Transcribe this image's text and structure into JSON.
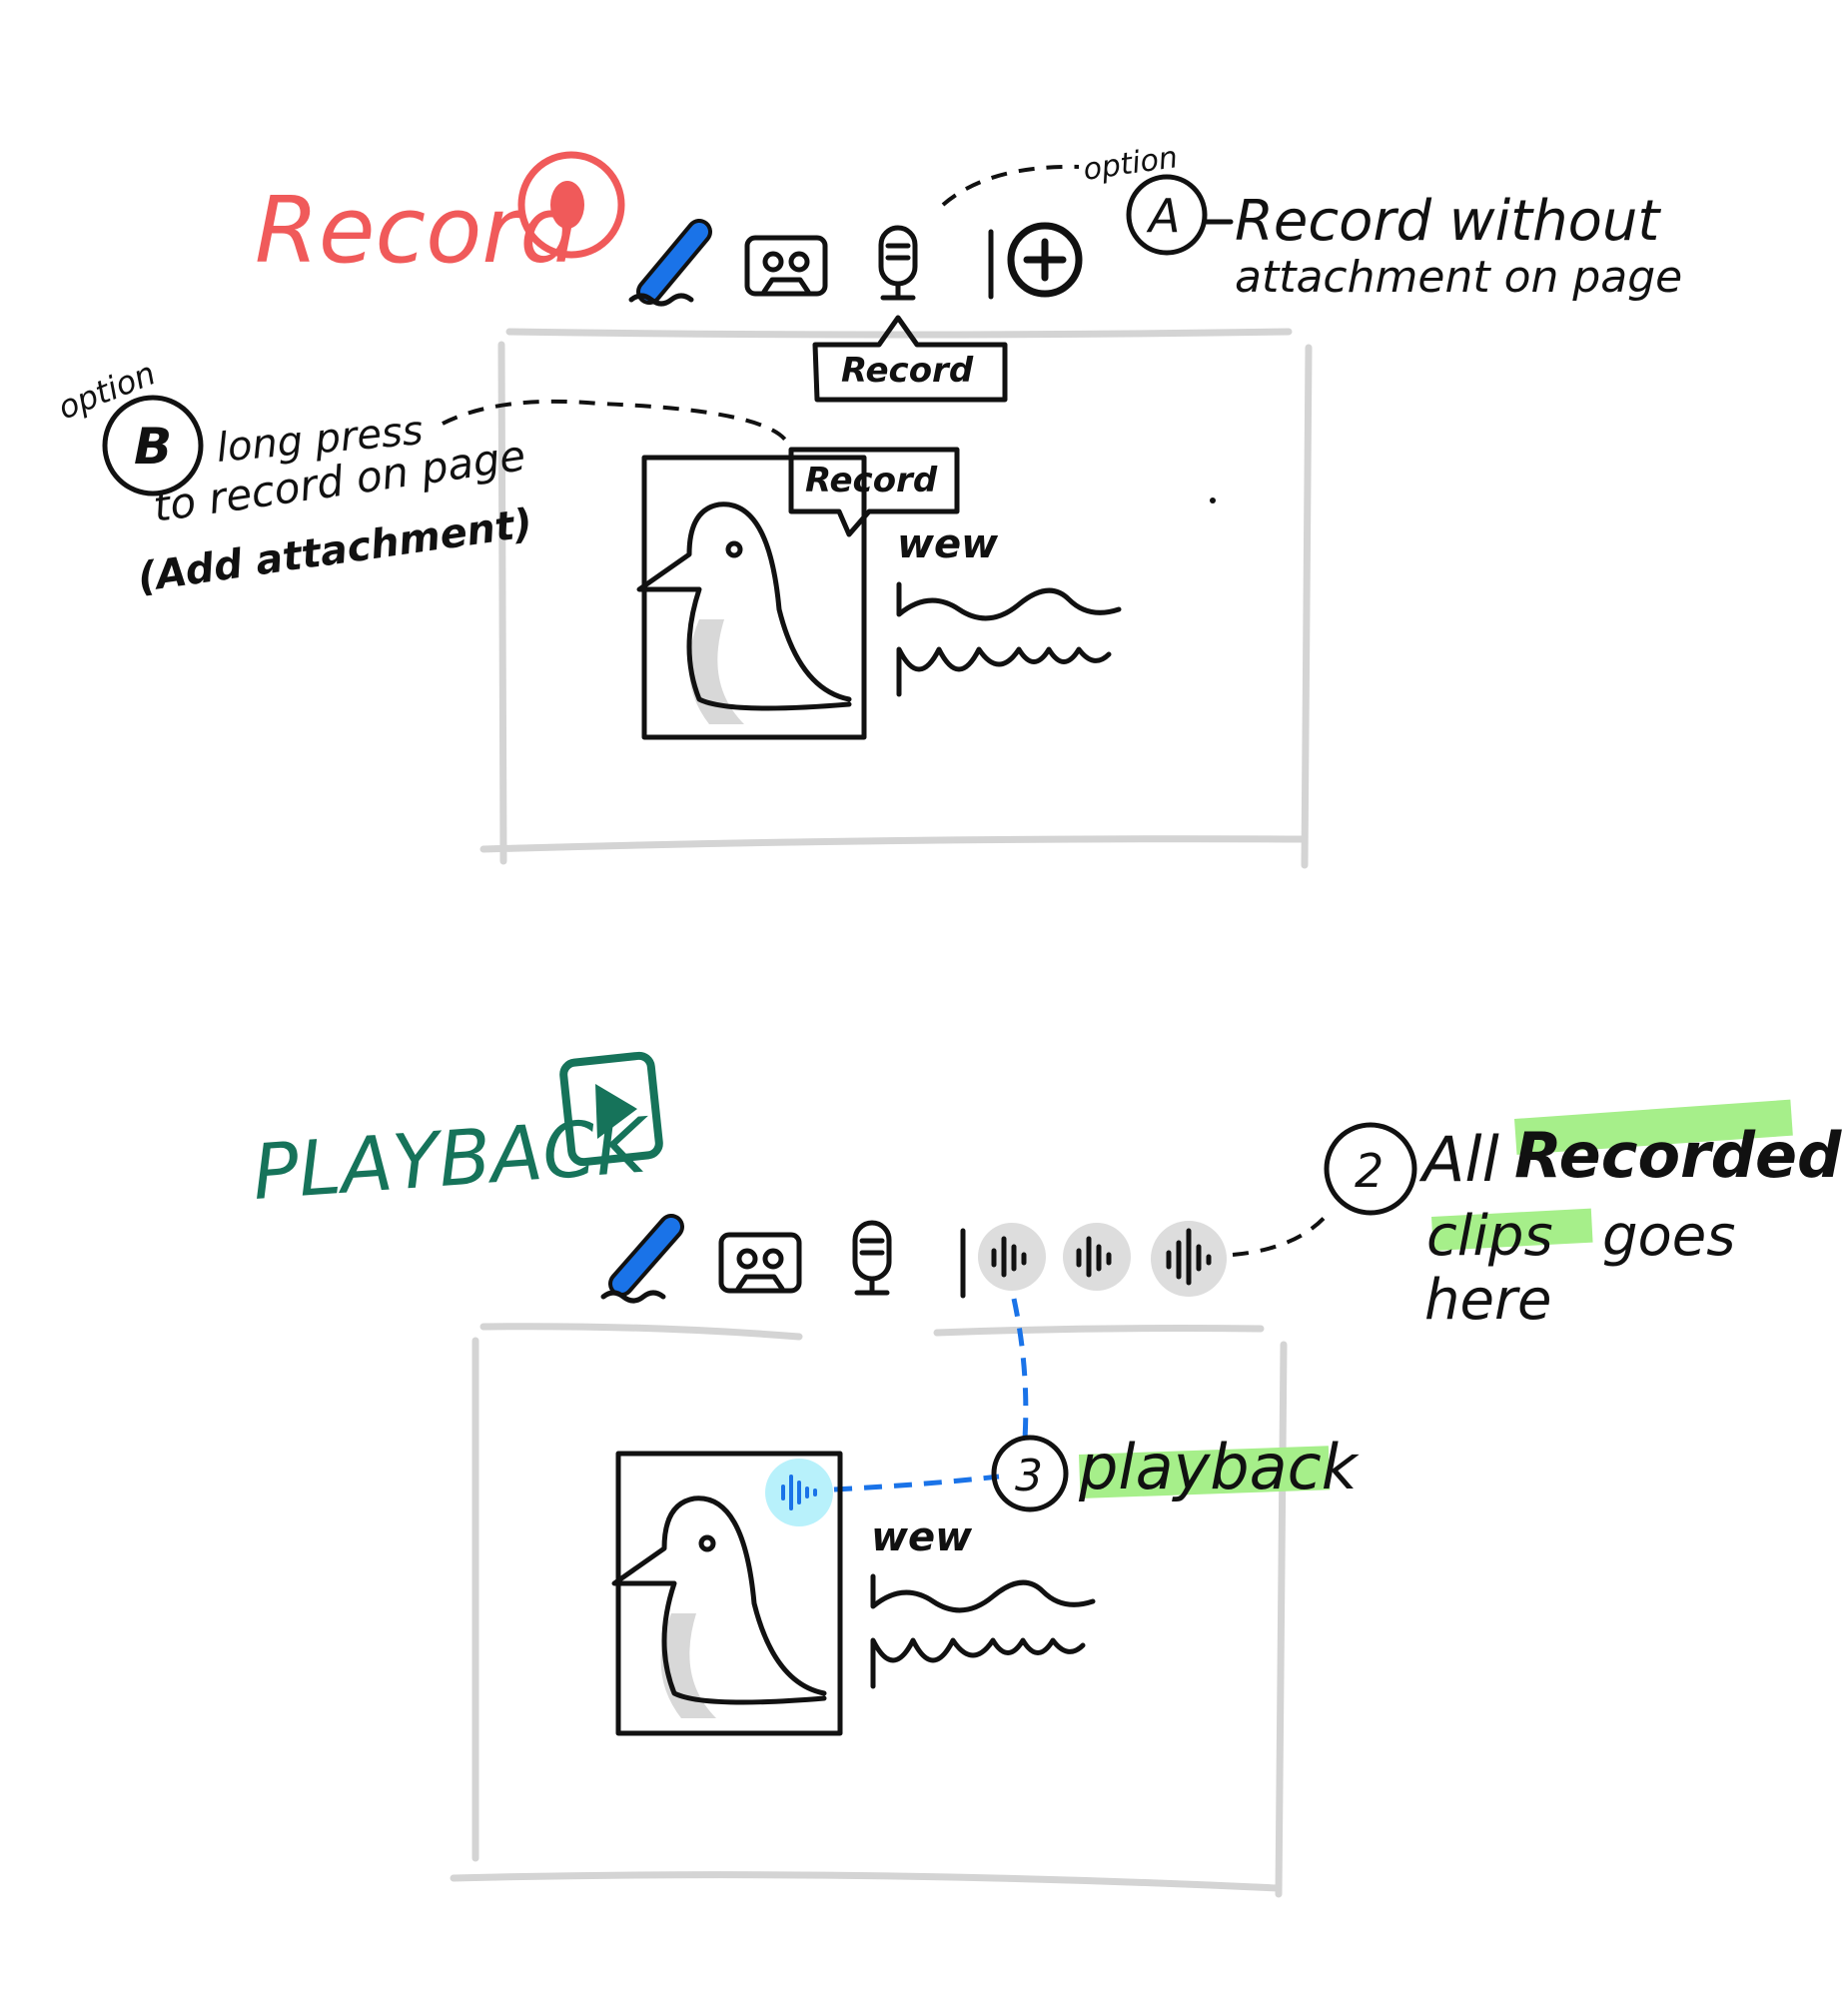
{
  "record_section": {
    "title": "Record",
    "option_a": {
      "tag": "option",
      "letter": "A",
      "line1": "Record without",
      "line2": "attachment on page"
    },
    "toolbar_tooltip": "Record",
    "option_b": {
      "tag": "option",
      "letter": "B",
      "line1": "long press",
      "line2": "to record on page",
      "line3": "(Add attachment)"
    },
    "image_tooltip": "Record",
    "page_text": "wew"
  },
  "playback_section": {
    "title": "PLAYBACK",
    "clips_note": {
      "number": "2",
      "line1_a": "All",
      "line1_b": "Recorded",
      "line2_a": "clips",
      "line2_b": "goes",
      "line3": "here"
    },
    "playback_note": {
      "number": "3",
      "label": "playback"
    },
    "page_text": "wew"
  },
  "colors": {
    "record_red": "#f05a5a",
    "playback_green": "#16735a",
    "pen_blue": "#1a73e8",
    "highlight_green": "#a6ef8a",
    "audio_cyan": "#b8f1fb",
    "frame_gray": "#d4d4d4",
    "clip_gray": "#dddddd"
  }
}
